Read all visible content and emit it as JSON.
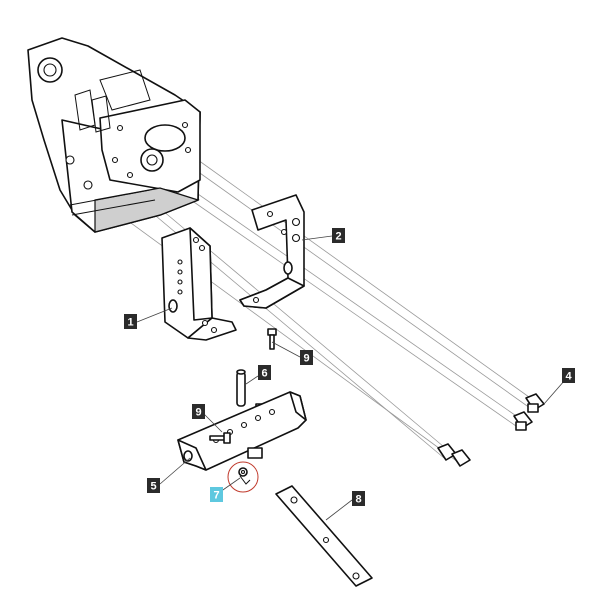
{
  "callouts": [
    {
      "id": "1",
      "label": "1"
    },
    {
      "id": "2",
      "label": "2"
    },
    {
      "id": "4",
      "label": "4"
    },
    {
      "id": "5",
      "label": "5"
    },
    {
      "id": "6",
      "label": "6"
    },
    {
      "id": "7",
      "label": "7",
      "highlight_color": "#5ec8df"
    },
    {
      "id": "8",
      "label": "8"
    },
    {
      "id": "9a",
      "label": "9"
    },
    {
      "id": "9b",
      "label": "9"
    }
  ],
  "colors": {
    "callout_fill": "#2b2b2b",
    "highlight": "#5ec8df",
    "line": "#111111",
    "guide": "#9a9a9a"
  }
}
